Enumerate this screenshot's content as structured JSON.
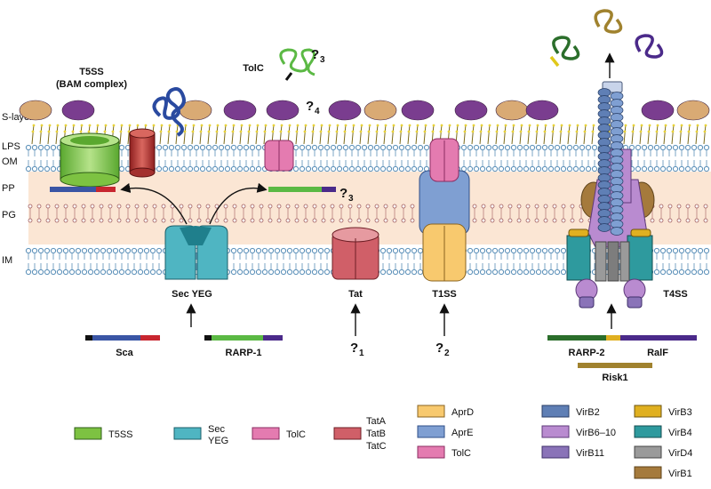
{
  "layers": {
    "s_layer": "S-layer",
    "lps": "LPS",
    "om": "OM",
    "pp": "PP",
    "pg": "PG",
    "im": "IM"
  },
  "systems": {
    "t5ss_line1": "T5SS",
    "t5ss_line2": "(BAM complex)",
    "tolc": "TolC",
    "sec_yeg": "Sec YEG",
    "tat": "Tat",
    "t1ss": "T1SS",
    "t4ss": "T4SS"
  },
  "substrates": {
    "sca": "Sca",
    "rarp1": "RARP-1",
    "rarp2": "RARP-2",
    "ralf": "RalF",
    "risk1": "Risk1"
  },
  "unknowns": [
    {
      "mark": "?",
      "sub": "1"
    },
    {
      "mark": "?",
      "sub": "2"
    },
    {
      "mark": "?",
      "sub": "3"
    },
    {
      "mark": "?",
      "sub": "3"
    },
    {
      "mark": "?",
      "sub": "4"
    }
  ],
  "colors": {
    "t5ss": "#7dc242",
    "sec_yeg": "#4fb5c2",
    "tolc": "#e47bb0",
    "tat": "#d05f68",
    "aprd": "#f8c96e",
    "apre": "#7f9fd2",
    "virb2": "#5f7fb5",
    "virb6_10": "#b98bd0",
    "virb11": "#8a73b8",
    "virb3": "#e0b020",
    "virb4": "#2e9a9e",
    "vird4": "#9a9a9a",
    "virb1": "#a57a3c",
    "s_layer_purple": "#7a3d8f",
    "s_layer_tan": "#d9aa74",
    "pp_band": "#fbe6d4",
    "sca_blue": "#3a55a5",
    "sca_red": "#c8262f",
    "rarp_green": "#5bb944",
    "rarp_purple": "#4b2a8a",
    "rarp2_green": "#2b6e2b",
    "risk1": "#a0822e"
  },
  "legend": {
    "group1": [
      {
        "icon": "t5ss",
        "label": "T5SS"
      },
      {
        "icon": "sec_yeg",
        "label_l1": "Sec",
        "label_l2": "YEG"
      },
      {
        "icon": "tolc",
        "label": "TolC"
      },
      {
        "icon": "tat",
        "label_l1": "TatA",
        "label_l2": "TatB",
        "label_l3": "TatC"
      }
    ],
    "group2": [
      {
        "icon": "aprd",
        "label": "AprD"
      },
      {
        "icon": "apre",
        "label": "AprE"
      },
      {
        "icon": "tolc",
        "label": "TolC"
      }
    ],
    "group3a": [
      {
        "icon": "virb2",
        "label": "VirB2"
      },
      {
        "icon": "virb6_10",
        "label": "VirB6–10"
      },
      {
        "icon": "virb11",
        "label": "VirB11"
      }
    ],
    "group3b": [
      {
        "icon": "virb3",
        "label": "VirB3"
      },
      {
        "icon": "virb4",
        "label": "VirB4"
      },
      {
        "icon": "virb4_grey",
        "label": "VirD4"
      },
      {
        "icon": "virb1",
        "label": "VirB1"
      }
    ]
  }
}
